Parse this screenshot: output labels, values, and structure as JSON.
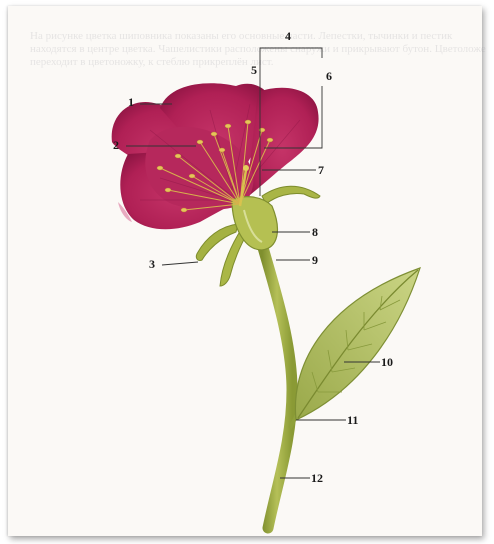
{
  "bleed_text": "На рисунке цветка шиповника показаны его основные части. Лепестки, тычинки и пестик находятся в центре цветка. Чашелистики расположены снаружи и прикрывают бутон. Цветоложе переходит в цветоножку, к стеблю прикреплён лист.",
  "labels": [
    "1",
    "2",
    "3",
    "4",
    "5",
    "6",
    "7",
    "8",
    "9",
    "10",
    "11",
    "12"
  ],
  "colors": {
    "petal": "#b8245a",
    "petal_dark": "#8e1640",
    "sepal": "#a9b548",
    "stem": "#9fae44",
    "leaf": "#b7c464",
    "anther": "#e7c35a",
    "leader": "#333333"
  }
}
